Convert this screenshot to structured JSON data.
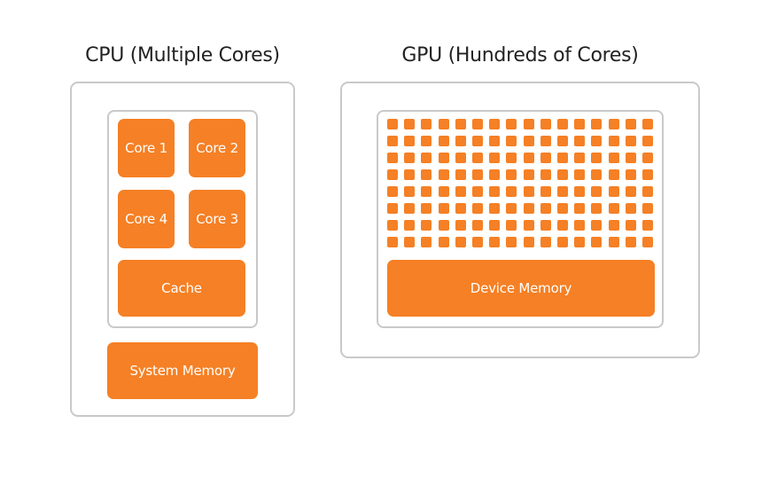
{
  "cpu": {
    "title": "CPU (Multiple Cores)",
    "cores": [
      "Core 1",
      "Core 2",
      "Core 4",
      "Core 3"
    ],
    "cache_label": "Cache",
    "memory_label": "System Memory"
  },
  "gpu": {
    "title": "GPU (Hundreds of Cores)",
    "core_grid": {
      "rows": 8,
      "columns": 16
    },
    "memory_label": "Device Memory"
  },
  "colors": {
    "accent": "#f58025",
    "border": "#c9c9c9",
    "label_text": "#ffffff",
    "title_text": "#222222"
  }
}
